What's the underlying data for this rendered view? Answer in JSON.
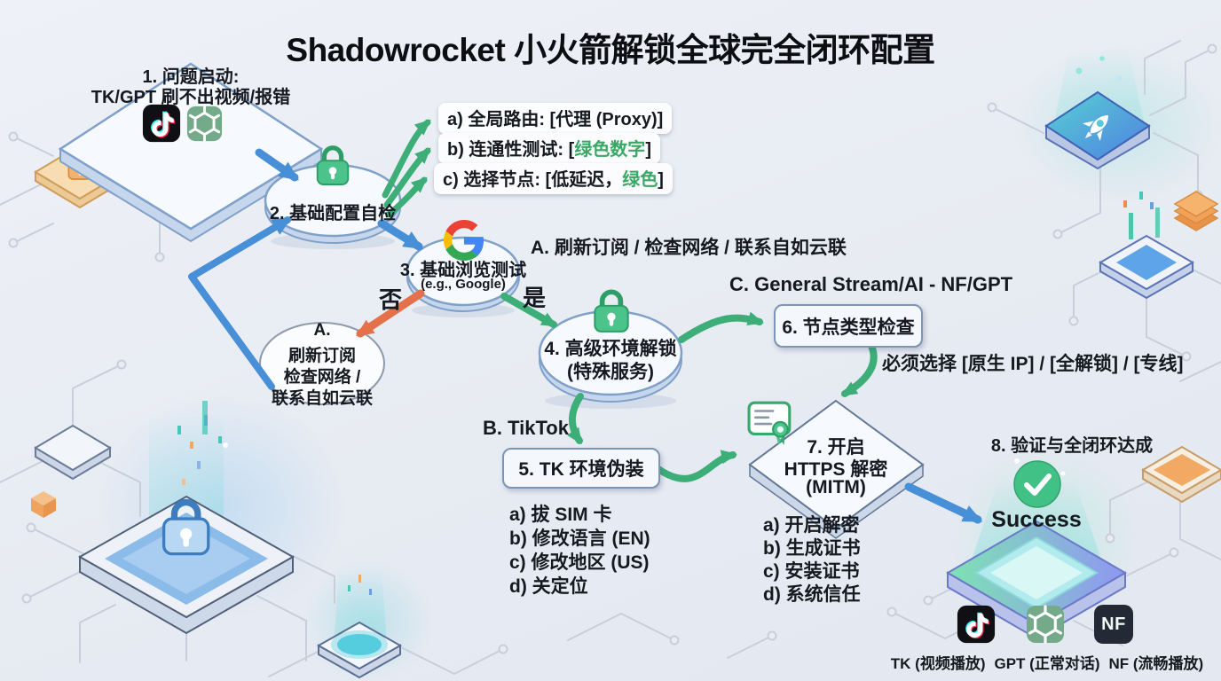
{
  "title": "Shadowrocket 小火箭解锁全球完全闭环配置",
  "flow": {
    "node1": {
      "line1": "1. 问题启动:",
      "line2": "TK/GPT 刷不出视频/报错"
    },
    "node2": {
      "label": "2. 基础配置自检"
    },
    "node3": {
      "line1": "3. 基础浏览测试",
      "line2": "(e.g., Google)"
    },
    "nodeA": {
      "line1": "A.",
      "line2": "刷新订阅",
      "line3": "检查网络 /",
      "line4": "联系自如云联"
    },
    "node4": {
      "line1": "4. 高级环境解锁",
      "line2": "(特殊服务)"
    },
    "node5": {
      "label": "5. TK 环境伪装"
    },
    "node6": {
      "label": "6. 节点类型检查"
    },
    "node7": {
      "line1": "7. 开启",
      "line2": "HTTPS 解密",
      "line3": "(MITM)"
    },
    "node8": {
      "label": "8. 验证与全闭环达成",
      "success": "Success"
    }
  },
  "branches": {
    "a": {
      "text": "a) 全局路由: [代理 (Proxy)]"
    },
    "b": {
      "prefix": "b) 连通性测试: [",
      "highlight": "绿色数字",
      "suffix": "]"
    },
    "c": {
      "prefix": "c) 选择节点: [低延迟，",
      "highlight": "绿色",
      "suffix": "]"
    }
  },
  "edges": {
    "no": "否",
    "yes": "是",
    "note_a": "A. 刷新订阅 / 检查网络 / 联系自如云联",
    "note_b": "B. TikTok",
    "note_c": "C. General Stream/AI - NF/GPT",
    "node6_note": "必须选择 [原生 IP] / [全解锁] / [专线]"
  },
  "lists": {
    "tk_steps": [
      "a) 拔 SIM 卡",
      "b) 修改语言 (EN)",
      "c) 修改地区 (US)",
      "d) 关定位"
    ],
    "mitm_steps": [
      "a) 开启解密",
      "b) 生成证书",
      "c) 安装证书",
      "d) 系统信任"
    ]
  },
  "footer": {
    "items": [
      "TK (视频播放)",
      "GPT (正常对话)",
      "NF (流畅播放)"
    ],
    "nf_text": "NF"
  },
  "icons": {
    "node1": [
      "tiktok-icon",
      "openai-icon"
    ],
    "node2": "lock-icon",
    "node3": "google-icon",
    "node4": "lock-icon",
    "node7": "certificate-icon",
    "node8": "check-icon",
    "background": [
      "rocket-icon",
      "padlock-icon"
    ],
    "footer": [
      "tiktok-icon",
      "openai-icon",
      "nf-icon"
    ]
  },
  "colors": {
    "arrow_blue": "#478fd6",
    "arrow_green": "#3dae78",
    "arrow_no": "#e4714a",
    "highlight_green": "#3aa865",
    "lock_green": "#4cc38a",
    "success_green": "#42c186",
    "openai_green": "#74a989",
    "nf_dark": "#232a36",
    "tiktok_black": "#101014"
  }
}
